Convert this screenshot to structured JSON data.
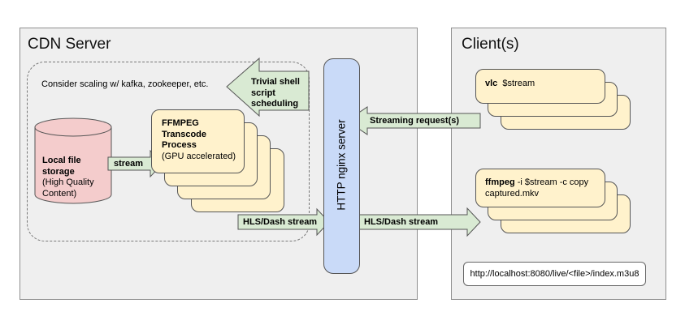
{
  "cdn": {
    "title": "CDN Server",
    "note": "Consider scaling w/ kafka, zookeeper, etc.",
    "storage": {
      "title": "Local file storage",
      "sub": "(High Quality Content)"
    },
    "ffmpeg": {
      "title": "FFMPEG Transcode Process",
      "sub": "(GPU accelerated)"
    },
    "trivial": "Trivial shell script scheduling",
    "stream_label": "stream",
    "hls_label": "HLS/Dash stream"
  },
  "nginx": {
    "label": "HTTP nginx server"
  },
  "client": {
    "title": "Client(s)",
    "vlc": {
      "cmd": "vlc",
      "args": "$stream"
    },
    "ffmpeg": {
      "cmd": "ffmpeg",
      "args": "-i $stream -c copy captured.mkv"
    },
    "request_label": "Streaming request(s)",
    "hls_label": "HLS/Dash stream",
    "url": "http://localhost:8080/live/<file>/index.m3u8"
  },
  "colors": {
    "panel_bg": "#efefef",
    "card_fill": "#fff2cc",
    "arrow_fill": "#d9ead3",
    "cylinder_fill": "#f4cccc",
    "nginx_fill": "#c9daf8"
  }
}
